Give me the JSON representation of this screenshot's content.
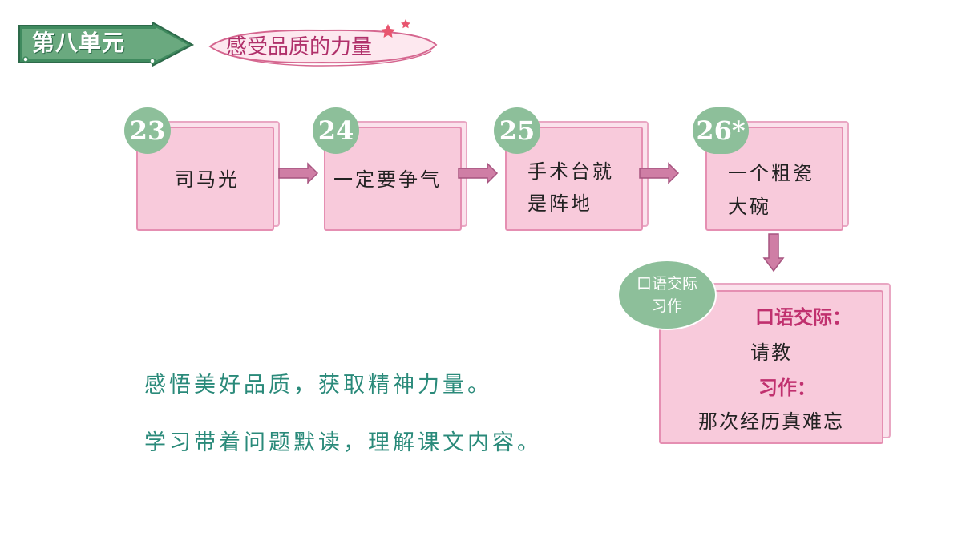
{
  "header": {
    "unit": "第八单元",
    "theme": "感受品质的力量"
  },
  "lessons": [
    {
      "number": "23",
      "title_lines": [
        "司马光",
        ""
      ]
    },
    {
      "number": "24",
      "title_lines": [
        "一定要争气",
        ""
      ]
    },
    {
      "number": "25",
      "title_lines": [
        "手术台就",
        "是阵地"
      ]
    },
    {
      "number": "26*",
      "title_lines": [
        "一个粗瓷",
        "大碗"
      ]
    }
  ],
  "oral_writing": {
    "badge_lines": [
      "口语交际",
      "习作"
    ],
    "oral_label": "口语交际：",
    "oral_topic": "请教",
    "writing_label": "习作：",
    "writing_topic": "那次经历真难忘"
  },
  "goals": [
    "感悟美好品质，获取精神力量。",
    "学习带着问题默读，理解课文内容。"
  ],
  "colors": {
    "green": "#8dbf9a",
    "dark_green": "#3f8a5e",
    "card_pink": "#f8cadb",
    "card_border": "#e58fb2",
    "theme_magenta": "#b0306a",
    "goal_teal": "#2a8a7a"
  }
}
